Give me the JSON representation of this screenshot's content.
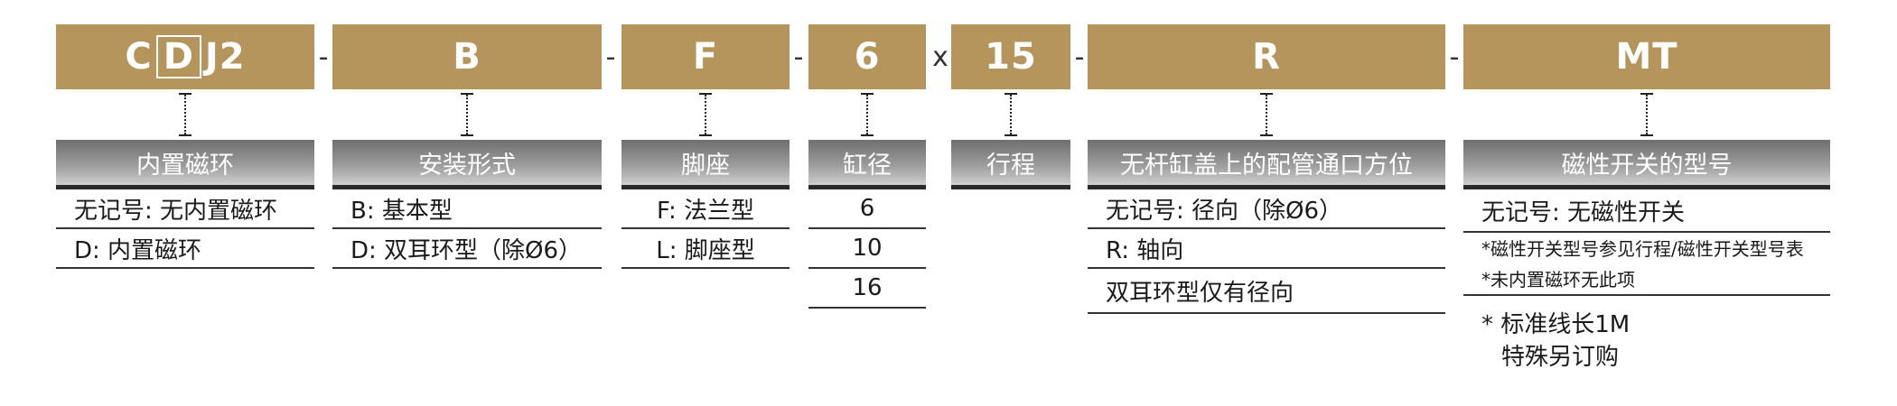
{
  "columns": [
    {
      "code_parts": [
        "C",
        "D",
        "J2"
      ],
      "header": "内置磁环",
      "rows": [
        "无记号: 无内置磁环",
        "D: 内置磁环"
      ]
    },
    {
      "code": "B",
      "header": "安装形式",
      "rows": [
        "B: 基本型",
        "D: 双耳环型（除Ø6）"
      ]
    },
    {
      "code": "F",
      "header": "脚座",
      "rows": [
        "F: 法兰型",
        "L: 脚座型"
      ]
    },
    {
      "code": "6",
      "header": "缸径",
      "rows": [
        "6",
        "10",
        "16"
      ]
    },
    {
      "code": "15",
      "header": "行程",
      "rows": []
    },
    {
      "code": "R",
      "header": "无杆缸盖上的配管通口方位",
      "rows": [
        "无记号: 径向（除Ø6）",
        "R: 轴向",
        "双耳环型仅有径向"
      ]
    },
    {
      "code": "MT",
      "header": "磁性开关的型号",
      "rows": [
        "无记号: 无磁性开关"
      ],
      "small_notes": [
        "*磁性开关型号参见行程/磁性开关型号表",
        "*未内置磁环无此项"
      ],
      "footnote": [
        "* 标准线长1M",
        "特殊另订购"
      ]
    }
  ],
  "separators": [
    "-",
    "-",
    "-",
    "x",
    "-",
    "-"
  ]
}
